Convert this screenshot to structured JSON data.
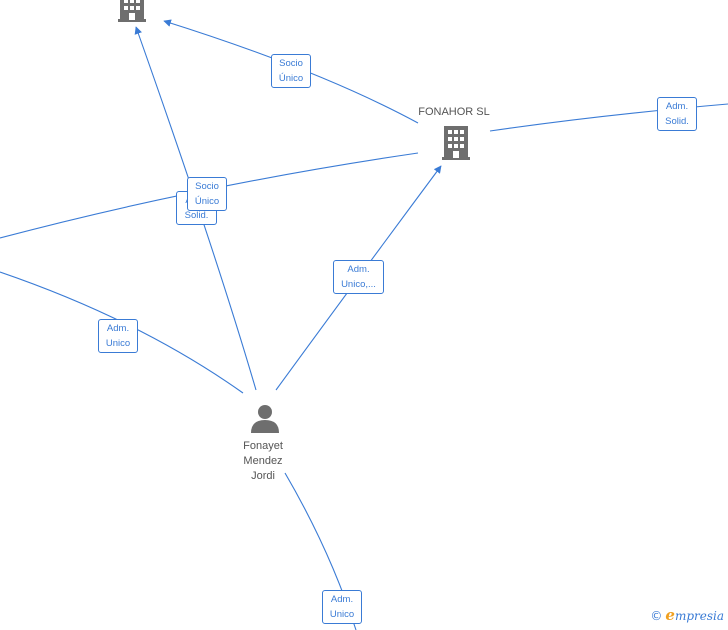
{
  "nodes": {
    "fonahor": {
      "label": "FONAHOR  SL",
      "icon": "building-icon"
    },
    "top_company": {
      "label": "",
      "icon": "building-icon"
    },
    "person": {
      "label_lines": [
        "Fonayet",
        "Mendez",
        "Jordi"
      ],
      "icon": "person-icon"
    }
  },
  "edge_labels": {
    "top_socio": [
      "Socio",
      "Único"
    ],
    "right_adm": [
      "Adm.",
      "Solid."
    ],
    "mid_adm_hidden": [
      "Adm.",
      "Solid."
    ],
    "mid_socio": [
      "Socio",
      "Único"
    ],
    "person_fonahor": [
      "Adm.",
      "Unico,..."
    ],
    "left_adm": [
      "Adm.",
      "Unico"
    ],
    "bottom_adm": [
      "Adm.",
      "Unico"
    ]
  },
  "brand": {
    "copyright": "©",
    "initial": "e",
    "rest": "mpresia"
  },
  "colors": {
    "edge": "#3a7bd5",
    "icon": "#6e6e6e",
    "text": "#555555"
  }
}
